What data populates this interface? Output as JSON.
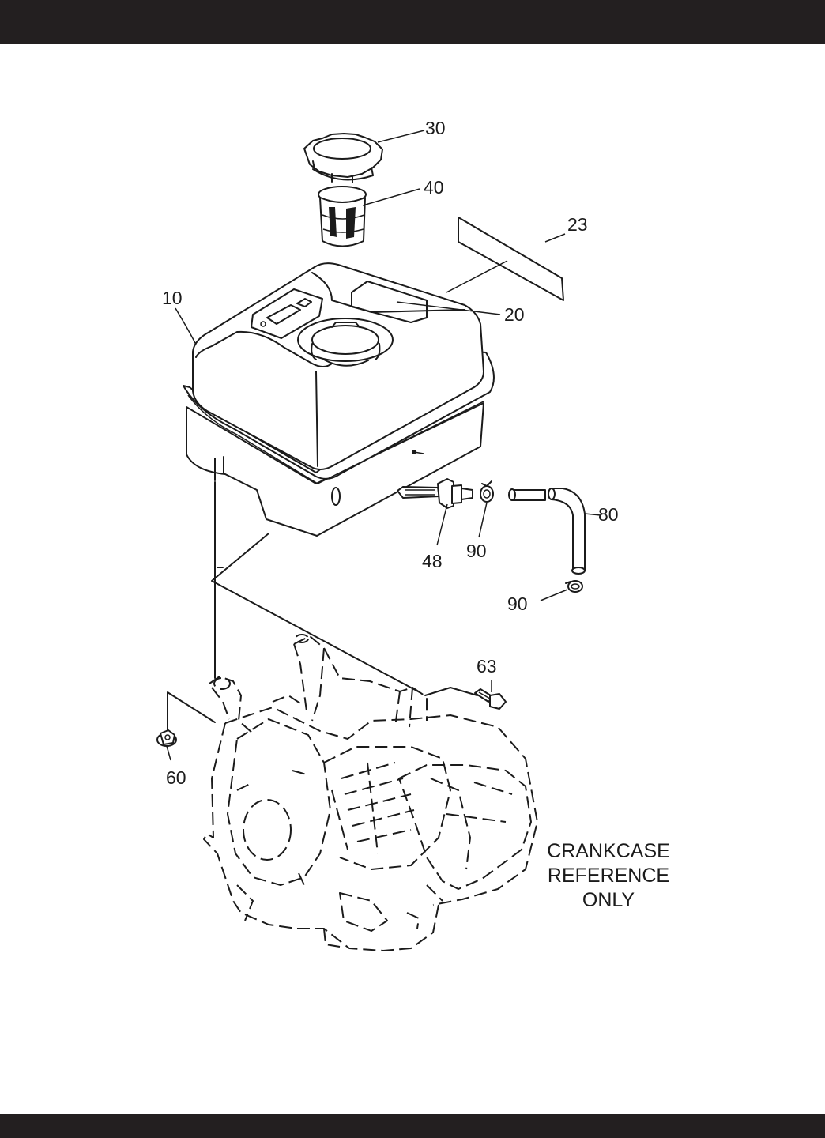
{
  "callouts": {
    "tank": "10",
    "label": "20",
    "decal": "23",
    "cap": "30",
    "strainer": "40",
    "valve": "48",
    "nut": "60",
    "bolt": "63",
    "hose": "80",
    "clamp_upper": "90",
    "clamp_lower": "90"
  },
  "note": {
    "line1": "CRANKCASE",
    "line2": "REFERENCE",
    "line3": "ONLY"
  },
  "colors": {
    "band": "#231f20",
    "ink": "#1b1b1b",
    "background": "#ffffff"
  }
}
